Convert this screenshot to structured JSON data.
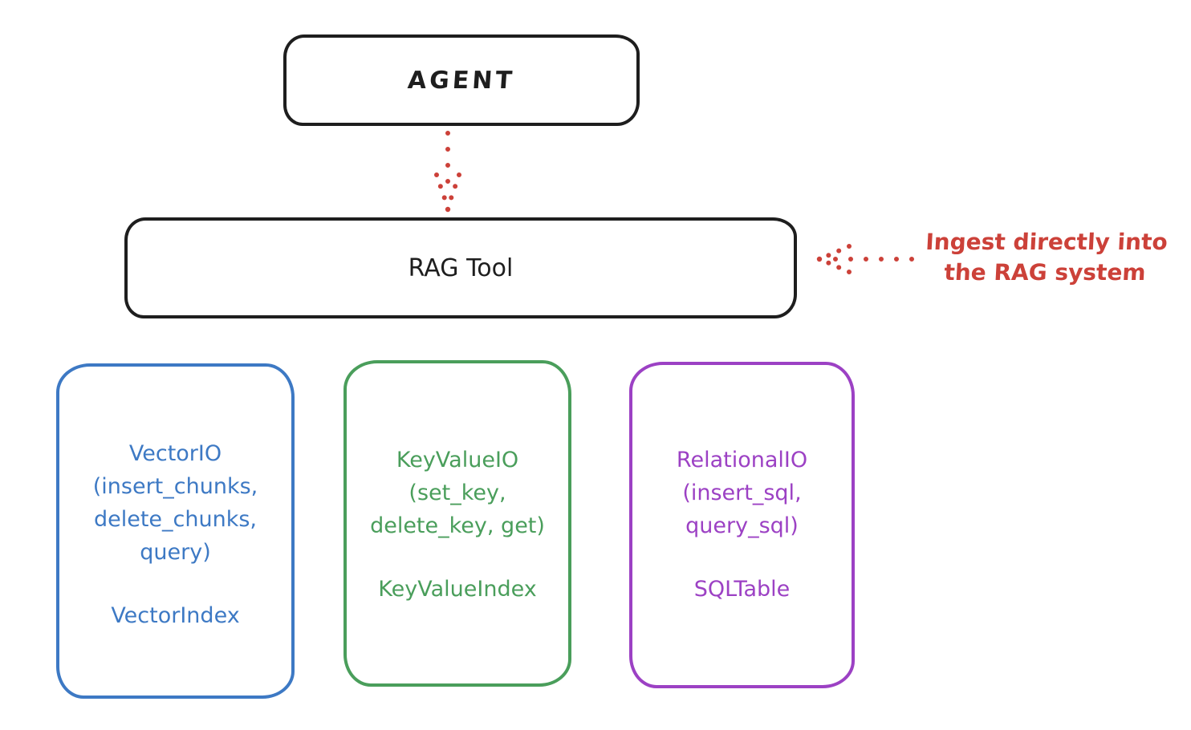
{
  "agent": {
    "label": "AGENT"
  },
  "rag_tool": {
    "label": "RAG Tool"
  },
  "annotation": {
    "line1": "Ingest directly into",
    "line2": "the RAG system"
  },
  "backends": [
    {
      "name": "vector-io",
      "color": "#3d79c4",
      "lines": [
        "VectorIO",
        "(insert_chunks,",
        "delete_chunks,",
        "query)"
      ],
      "index": "VectorIndex"
    },
    {
      "name": "keyvalue-io",
      "color": "#4a9e5b",
      "lines": [
        "KeyValueIO",
        "(set_key,",
        "delete_key, get)"
      ],
      "index": "KeyValueIndex"
    },
    {
      "name": "relational-io",
      "color": "#9c41c4",
      "lines": [
        "RelationalIO",
        "(insert_sql,",
        "query_sql)"
      ],
      "index": "SQLTable"
    }
  ],
  "colors": {
    "stroke_black": "#1e1e1e",
    "annotation_red": "#cc4139",
    "vector_blue": "#3d79c4",
    "keyvalue_green": "#4a9e5b",
    "relational_purple": "#9c41c4"
  }
}
